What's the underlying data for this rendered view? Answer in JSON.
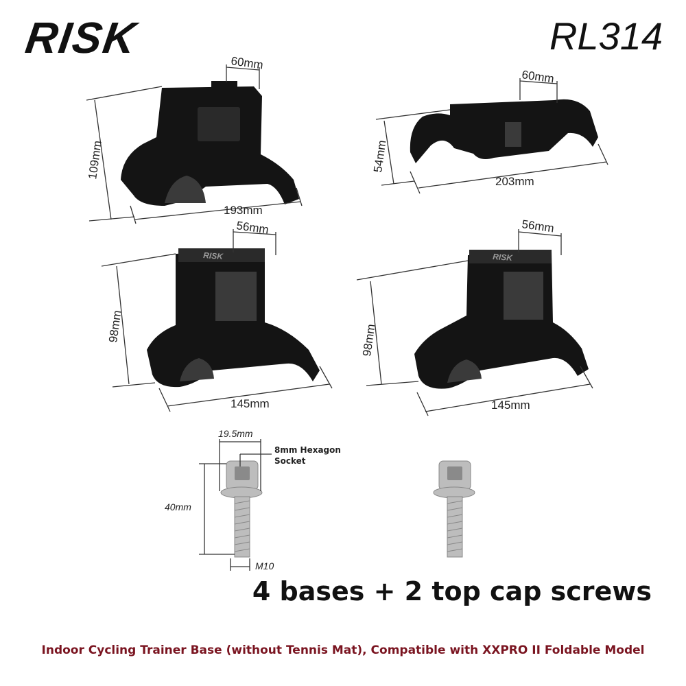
{
  "brand": "RISK",
  "model_code": "RL314",
  "headline": "4 bases + 2 top cap screws",
  "caption": "Indoor Cycling Trainer Base (without Tennis Mat), Compatible with XXPRO II Foldable Model",
  "parts": {
    "base1": {
      "height": "109mm",
      "length": "193mm",
      "slot": "60mm"
    },
    "base2": {
      "height": "54mm",
      "length": "203mm",
      "slot": "60mm"
    },
    "base3": {
      "height": "98mm",
      "length": "145mm",
      "top": "56mm",
      "logo": "RISK"
    },
    "base4": {
      "height": "98mm",
      "length": "145mm",
      "top": "56mm",
      "logo": "RISK"
    },
    "screw1": {
      "head": "19.5mm",
      "socket_note_line1": "8mm Hexagon",
      "socket_note_line2": "Socket",
      "length": "40mm",
      "thread": "M10"
    }
  },
  "colors": {
    "part": "#141414",
    "screw": "#bdbdbd",
    "caption": "#7a1420"
  }
}
